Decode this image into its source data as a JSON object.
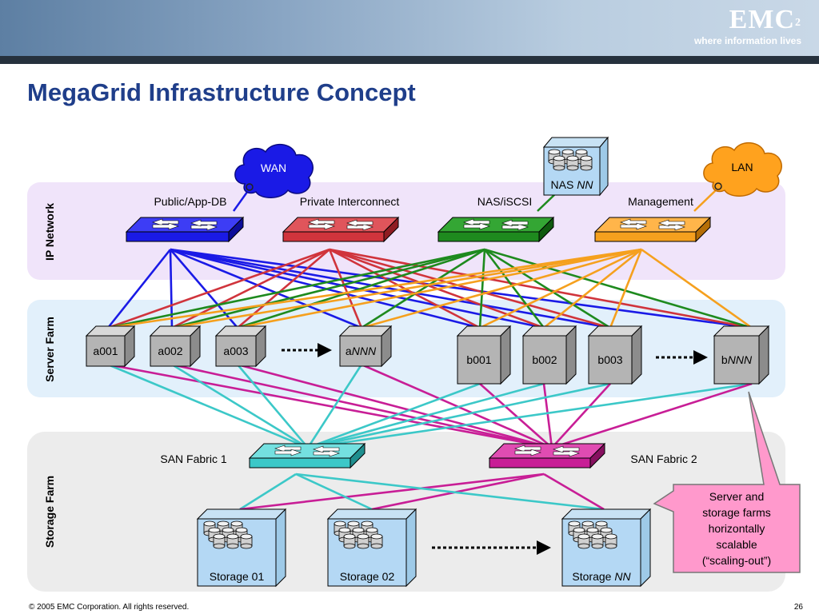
{
  "brand": {
    "logo_text": "EMC",
    "logo_superscript": "2",
    "tagline": "where information lives"
  },
  "title": "MegaGrid Infrastructure Concept",
  "zones": {
    "ip": "IP Network",
    "server": "Server Farm",
    "storage": "Storage Farm"
  },
  "clouds": {
    "wan": "WAN",
    "lan": "LAN"
  },
  "nas": {
    "label_prefix": "NAS ",
    "label_suffix": "NN"
  },
  "switches": {
    "public": "Public/App-DB",
    "private": "Private Interconnect",
    "nas": "NAS/iSCSI",
    "mgmt": "Management",
    "san1": "SAN Fabric 1",
    "san2": "SAN Fabric 2"
  },
  "servers": {
    "a001": "a001",
    "a002": "a002",
    "a003": "a003",
    "aNNN_prefix": "a",
    "aNNN_suffix": "NNN",
    "b001": "b001",
    "b002": "b002",
    "b003": "b003",
    "bNNN_prefix": "b",
    "bNNN_suffix": "NNN"
  },
  "storage": {
    "s01": "Storage 01",
    "s02": "Storage 02",
    "sNN_prefix": "Storage ",
    "sNN_suffix": "NN"
  },
  "callout": {
    "line1": "Server and",
    "line2": "storage farms",
    "line3": "horizontally",
    "line4": "scalable",
    "line5": "(“scaling-out”)"
  },
  "colors": {
    "public": "#1a1ae6",
    "private": "#d0343c",
    "nas": "#1e8a1e",
    "mgmt": "#f5a01e",
    "san1": "#3cc8c8",
    "san2": "#c81e96",
    "title": "#1f3e8a",
    "callout": "#ff99cc"
  },
  "footer": {
    "copyright": "© 2005 EMC Corporation. All rights reserved.",
    "page": "26"
  }
}
